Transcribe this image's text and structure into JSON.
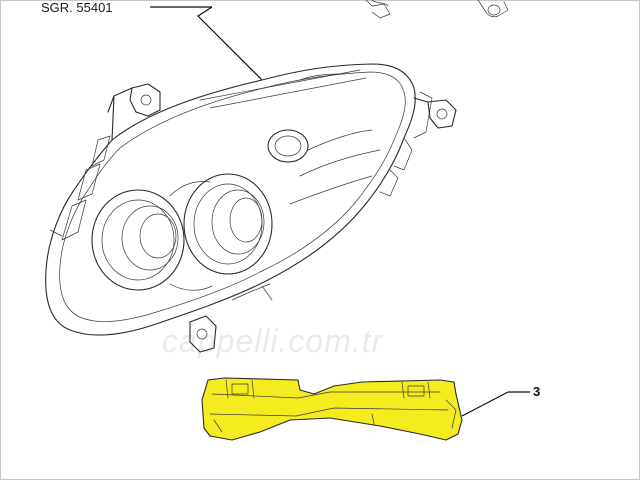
{
  "reference": {
    "code_label": "SGR. 55401"
  },
  "callouts": [
    {
      "number": "3"
    }
  ],
  "watermark": {
    "text": "cappelli.com.tr"
  },
  "colors": {
    "highlight": "#f4ec1e",
    "ink": "#2a2a2a",
    "background": "#ffffff"
  },
  "icons": {
    "headlamp": "headlamp-assembly-icon",
    "bracket": "bracket-part-icon",
    "bulbs": "bulb-icon"
  }
}
